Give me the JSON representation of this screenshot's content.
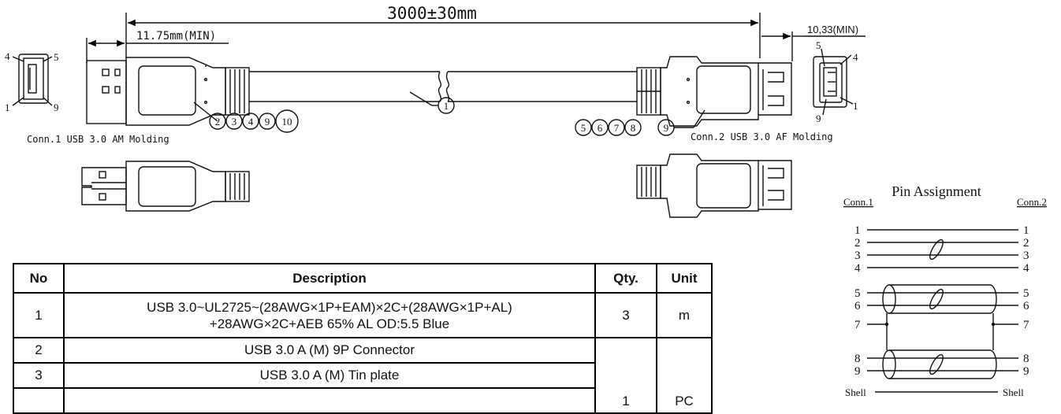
{
  "drawing": {
    "overall_length": "3000±30mm",
    "plug_min_length": "11.75mm(MIN)",
    "socket_min_length": "10,33(MIN)",
    "conn1_label": "Conn.1 USB 3.0 AM Molding",
    "conn2_label": "Conn.2 USB 3.0 AF Molding",
    "cable_callout": "1",
    "conn1_callouts": [
      "2",
      "3",
      "4",
      "9",
      "10"
    ],
    "conn2_callouts": [
      "5",
      "6",
      "7",
      "8",
      "9"
    ],
    "conn1_face_pins": {
      "top_left": "4",
      "top_right": "5",
      "bottom_left": "1",
      "bottom_right": "9"
    },
    "conn2_face_pins": {
      "top_left": "5",
      "top_right": "4",
      "bottom_left": "9",
      "bottom_right": "1"
    }
  },
  "pin_assignment": {
    "title": "Pin Assignment",
    "left_header": "Conn.1",
    "right_header": "Conn.2",
    "rows": [
      "1",
      "2",
      "3",
      "4",
      "5",
      "6",
      "7",
      "8",
      "9"
    ],
    "shell": "Shell"
  },
  "bom": {
    "headers": {
      "no": "No",
      "description": "Description",
      "qty": "Qty.",
      "unit": "Unit"
    },
    "rows": [
      {
        "no": "1",
        "description_line1": "USB 3.0~UL2725~(28AWG×1P+EAM)×2C+(28AWG×1P+AL)",
        "description_line2": "+28AWG×2C+AEB 65% AL OD:5.5 Blue",
        "qty": "3",
        "unit": "m"
      },
      {
        "no": "2",
        "description": "USB 3.0 A (M) 9P Connector"
      },
      {
        "no": "3",
        "description": "USB 3.0 A (M) Tin plate"
      }
    ],
    "merged_qty": "1",
    "merged_unit": "PC"
  }
}
